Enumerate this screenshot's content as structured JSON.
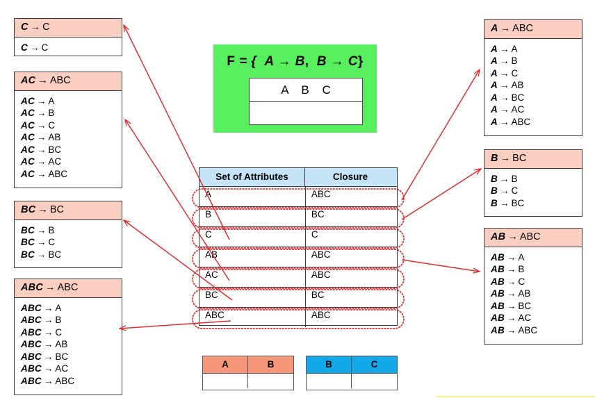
{
  "meta": {
    "title": "Attribute Closure Computation Diagram",
    "colors": {
      "header_pink": "#facec0",
      "table_header_blue": "#c5e4f7",
      "green_panel": "#57ef5e",
      "relation_pink": "#f6977a",
      "relation_blue": "#13a9e8",
      "arrow_red": "#e8262a",
      "yellow_rule": "#fbf18a",
      "border": "#3a3a3a"
    }
  },
  "fd_panel": {
    "label": "F",
    "equals": "= {",
    "fd1_lhs": "A",
    "fd1_arrow": "→",
    "fd1_rhs": "B",
    "comma": ",",
    "fd2_lhs": "B",
    "fd2_arrow": "→",
    "fd2_rhs": "C",
    "close": "}",
    "relation_header": "A  B  C"
  },
  "closure_table": {
    "headers": [
      "Set of Attributes",
      "Closure"
    ],
    "rows": [
      {
        "attrs": "A",
        "closure": "ABC"
      },
      {
        "attrs": "B",
        "closure": "BC"
      },
      {
        "attrs": "C",
        "closure": "C"
      },
      {
        "attrs": "AB",
        "closure": "ABC"
      },
      {
        "attrs": "AC",
        "closure": "ABC"
      },
      {
        "attrs": "BC",
        "closure": "BC"
      },
      {
        "attrs": "ABC",
        "closure": "ABC"
      }
    ]
  },
  "left_boxes": [
    {
      "id": "C",
      "header": {
        "lhs": "C",
        "arrow": "→",
        "rhs": "C"
      },
      "rows": [
        {
          "lhs": "C",
          "arrow": "→",
          "rhs": "C"
        }
      ]
    },
    {
      "id": "AC",
      "header": {
        "lhs": "AC",
        "arrow": "→",
        "rhs": "ABC"
      },
      "rows": [
        {
          "lhs": "AC",
          "arrow": "→",
          "rhs": "A"
        },
        {
          "lhs": "AC",
          "arrow": "→",
          "rhs": "B"
        },
        {
          "lhs": "AC",
          "arrow": "→",
          "rhs": "C"
        },
        {
          "lhs": "AC",
          "arrow": "→",
          "rhs": "AB"
        },
        {
          "lhs": "AC",
          "arrow": "→",
          "rhs": "BC"
        },
        {
          "lhs": "AC",
          "arrow": "→",
          "rhs": "AC"
        },
        {
          "lhs": "AC",
          "arrow": "→",
          "rhs": "ABC"
        }
      ]
    },
    {
      "id": "BC",
      "header": {
        "lhs": "BC",
        "arrow": "→",
        "rhs": "BC"
      },
      "rows": [
        {
          "lhs": "BC",
          "arrow": "→",
          "rhs": "B"
        },
        {
          "lhs": "BC",
          "arrow": "→",
          "rhs": "C"
        },
        {
          "lhs": "BC",
          "arrow": "→",
          "rhs": "BC"
        }
      ]
    },
    {
      "id": "ABC",
      "header": {
        "lhs": "ABC",
        "arrow": "→",
        "rhs": "ABC"
      },
      "rows": [
        {
          "lhs": "ABC",
          "arrow": "→",
          "rhs": "A"
        },
        {
          "lhs": "ABC",
          "arrow": "→",
          "rhs": "B"
        },
        {
          "lhs": "ABC",
          "arrow": "→",
          "rhs": "C"
        },
        {
          "lhs": "ABC",
          "arrow": "→",
          "rhs": "AB"
        },
        {
          "lhs": "ABC",
          "arrow": "→",
          "rhs": "BC"
        },
        {
          "lhs": "ABC",
          "arrow": "→",
          "rhs": "AC"
        },
        {
          "lhs": "ABC",
          "arrow": "→",
          "rhs": "ABC"
        }
      ]
    }
  ],
  "right_boxes": [
    {
      "id": "A",
      "header": {
        "lhs": "A",
        "arrow": "→",
        "rhs": "ABC"
      },
      "rows": [
        {
          "lhs": "A",
          "arrow": "→",
          "rhs": "A"
        },
        {
          "lhs": "A",
          "arrow": "→",
          "rhs": "B"
        },
        {
          "lhs": "A",
          "arrow": "→",
          "rhs": "C"
        },
        {
          "lhs": "A",
          "arrow": "→",
          "rhs": "AB"
        },
        {
          "lhs": "A",
          "arrow": "→",
          "rhs": "BC"
        },
        {
          "lhs": "A",
          "arrow": "→",
          "rhs": "AC"
        },
        {
          "lhs": "A",
          "arrow": "→",
          "rhs": "ABC"
        }
      ]
    },
    {
      "id": "B",
      "header": {
        "lhs": "B",
        "arrow": "→",
        "rhs": "BC"
      },
      "rows": [
        {
          "lhs": "B",
          "arrow": "→",
          "rhs": "B"
        },
        {
          "lhs": "B",
          "arrow": "→",
          "rhs": "C"
        },
        {
          "lhs": "B",
          "arrow": "→",
          "rhs": "BC"
        }
      ]
    },
    {
      "id": "AB",
      "header": {
        "lhs": "AB",
        "arrow": "→",
        "rhs": "ABC"
      },
      "rows": [
        {
          "lhs": "AB",
          "arrow": "→",
          "rhs": "A"
        },
        {
          "lhs": "AB",
          "arrow": "→",
          "rhs": "B"
        },
        {
          "lhs": "AB",
          "arrow": "→",
          "rhs": "C"
        },
        {
          "lhs": "AB",
          "arrow": "→",
          "rhs": "AB"
        },
        {
          "lhs": "AB",
          "arrow": "→",
          "rhs": "BC"
        },
        {
          "lhs": "AB",
          "arrow": "→",
          "rhs": "AC"
        },
        {
          "lhs": "AB",
          "arrow": "→",
          "rhs": "ABC"
        }
      ]
    }
  ],
  "relation_tables": [
    {
      "id": "AB",
      "style": "pink",
      "headers": [
        "A",
        "B"
      ],
      "body": [
        "",
        ""
      ]
    },
    {
      "id": "BC",
      "style": "blue",
      "headers": [
        "B",
        "C"
      ],
      "body": [
        "",
        ""
      ]
    }
  ]
}
